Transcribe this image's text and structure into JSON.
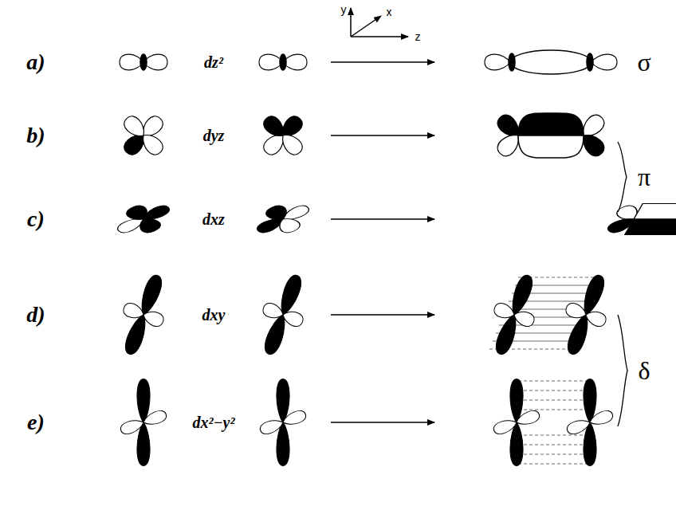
{
  "diagram": {
    "labels": [
      "y",
      "x",
      "z",
      "a)",
      "dz²",
      "σ",
      "b)",
      "dyz",
      "π",
      "c)",
      "dxz",
      "d)",
      "dxy",
      "δ",
      "e)",
      "dx²−y²"
    ]
  }
}
